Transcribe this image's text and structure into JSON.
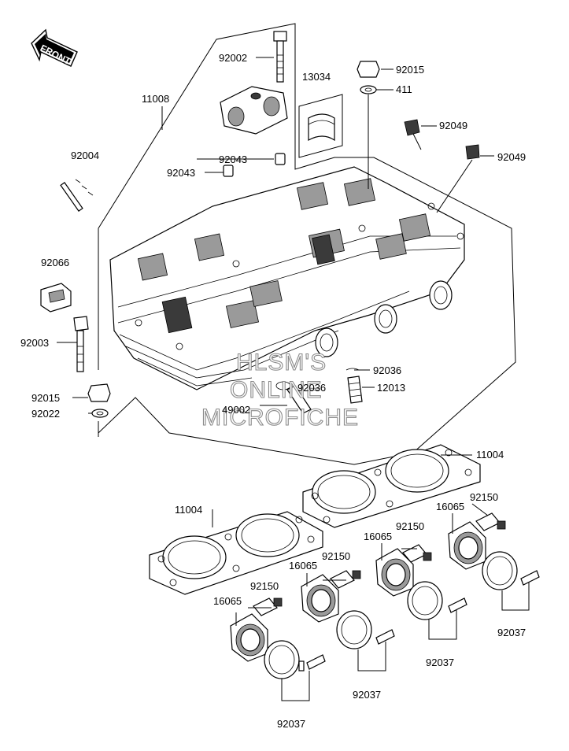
{
  "front_indicator": "FRONT",
  "watermark": {
    "line1": "HLSM'S",
    "line2": "ONLINE",
    "line3": "MICROFICHE"
  },
  "labels": {
    "p92002": "92002",
    "p13034": "13034",
    "p92015a": "92015",
    "p411": "411",
    "p11008": "11008",
    "p92049a": "92049",
    "p92049b": "92049",
    "p92004": "92004",
    "p92043a": "92043",
    "p92043b": "92043",
    "p92066": "92066",
    "p92003": "92003",
    "p92036a": "92036",
    "p92036b": "92036",
    "p12013": "12013",
    "p92015b": "92015",
    "p92022": "92022",
    "p49002": "49002",
    "p11004a": "11004",
    "p11004b": "11004",
    "p16065a": "16065",
    "p16065b": "16065",
    "p16065c": "16065",
    "p16065d": "16065",
    "p92150a": "92150",
    "p92150b": "92150",
    "p92150c": "92150",
    "p92150d": "92150",
    "p92037a": "92037",
    "p92037b": "92037",
    "p92037c": "92037",
    "p92037d": "92037"
  }
}
